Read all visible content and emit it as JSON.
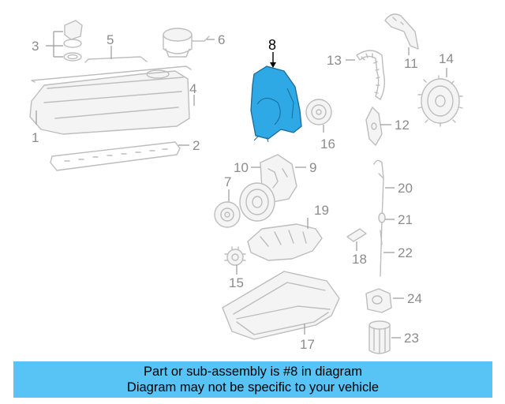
{
  "diagram": {
    "callouts": {
      "c1": "1",
      "c2": "2",
      "c3": "3",
      "c4": "4",
      "c5": "5",
      "c6": "6",
      "c7": "7",
      "c8": "8",
      "c9": "9",
      "c10": "10",
      "c11": "11",
      "c12": "12",
      "c13": "13",
      "c14": "14",
      "c15": "15",
      "c16": "16",
      "c17": "17",
      "c18": "18",
      "c19": "19",
      "c20": "20",
      "c21": "21",
      "c22": "22",
      "c23": "23",
      "c24": "24"
    },
    "highlight_color": "#2fa8e6",
    "highlighted_part": "8"
  },
  "banner": {
    "line1": "Part or sub-assembly is #8 in diagram",
    "line2": "Diagram may not be specific to your vehicle",
    "color": "#58c4f6"
  }
}
